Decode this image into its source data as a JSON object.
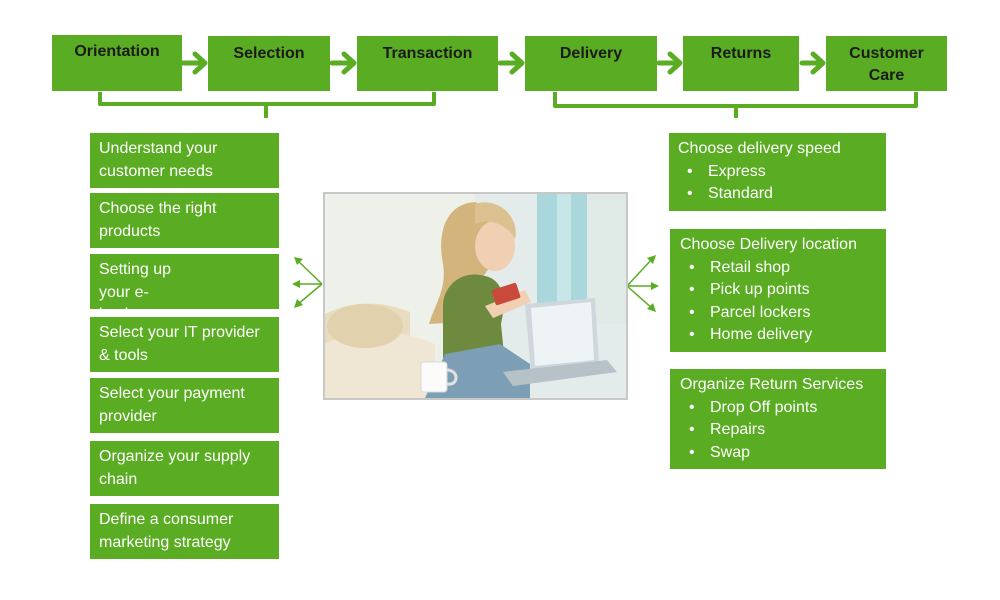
{
  "stages": [
    {
      "label": "Orientation"
    },
    {
      "label": "Selection"
    },
    {
      "label": "Transaction"
    },
    {
      "label": "Delivery"
    },
    {
      "label": "Returns"
    },
    {
      "label": "Customer Care"
    }
  ],
  "left_steps": [
    {
      "text": "Understand your customer needs"
    },
    {
      "text": "Choose the right products"
    },
    {
      "text": "Setting up your e-business"
    },
    {
      "text": "Select your IT provider & tools"
    },
    {
      "text": "Select your payment provider"
    },
    {
      "text": "Organize your supply chain"
    },
    {
      "text": "Define a consumer marketing strategy"
    }
  ],
  "right_groups": [
    {
      "title": "Choose delivery speed",
      "items": [
        "Express",
        "Standard"
      ]
    },
    {
      "title": "Choose Delivery location",
      "items": [
        "Retail shop",
        "Pick up points",
        "Parcel lockers",
        "Home delivery"
      ]
    },
    {
      "title": "Organize Return Services",
      "items": [
        "Drop Off points",
        "Repairs",
        "Swap"
      ]
    }
  ],
  "colors": {
    "box_fill": "#5aac22",
    "line": "#5aac22"
  },
  "image": {
    "subject": "woman-with-credit-card-and-laptop"
  }
}
